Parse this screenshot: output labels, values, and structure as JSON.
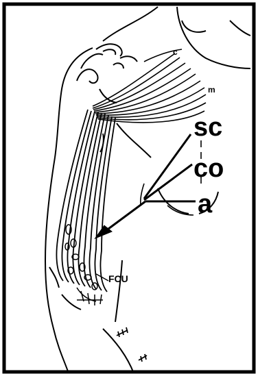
{
  "labels": {
    "c": "c",
    "m": "m",
    "sc": "sc",
    "co": "co",
    "a": "a",
    "fcu": "FCU"
  },
  "colors": {
    "ink": "#000000",
    "paper": "#ffffff"
  }
}
